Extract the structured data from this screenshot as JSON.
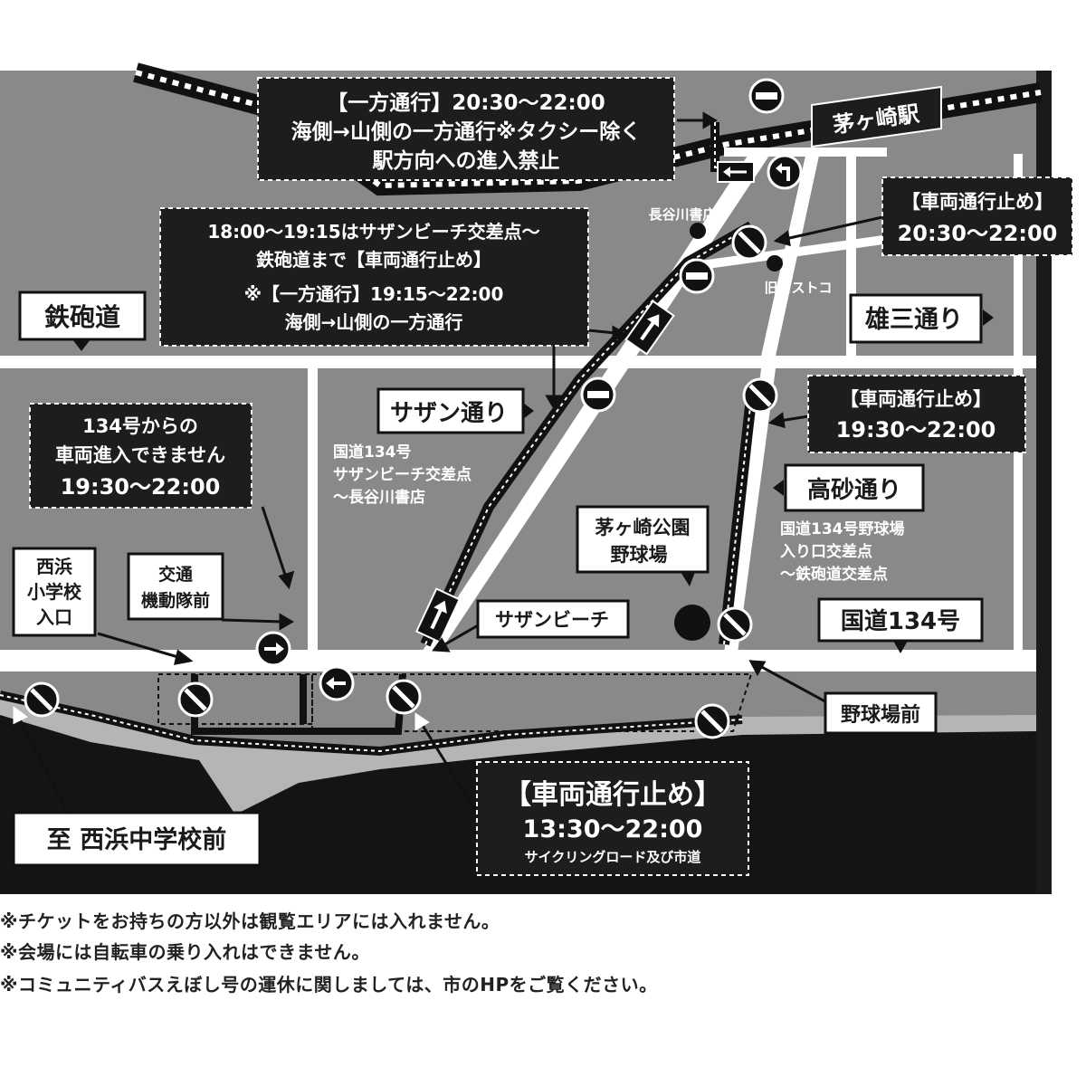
{
  "stations": {
    "chigasaki_station": "茅ヶ崎駅"
  },
  "roads": {
    "teppoumichi": "鉄砲道",
    "yuzo_dori": "雄三通り",
    "southern_dori": "サザン通り",
    "takasago_dori": "高砂通り",
    "route134": "国道134号",
    "to_nishihama": "至 西浜中学校前"
  },
  "landmarks": {
    "hasegawa": "長谷川書店",
    "old_costco": "旧コストコ",
    "park_line1": "茅ヶ崎公園",
    "park_line2": "野球場",
    "southern_beach": "サザンビーチ",
    "yakyujo_mae": "野球場前",
    "nishihama_line1": "西浜",
    "nishihama_line2": "小学校",
    "nishihama_line3": "入口",
    "kotsu_line1": "交通",
    "kotsu_line2": "機動隊前"
  },
  "restrictions": {
    "oneway_top": {
      "line1": "【一方通行】20:30〜22:00",
      "line2": "海側→山側の一方通行※タクシー除く",
      "line3": "駅方向への進入禁止"
    },
    "southern_block": {
      "line1": "18:00〜19:15はサザンビーチ交差点〜",
      "line2": "鉄砲道まで【車両通行止め】",
      "line3": "※【一方通行】19:15〜22:00",
      "line4": "海側→山側の一方通行"
    },
    "closed_right_top": {
      "line1": "【車両通行止め】",
      "line2": "20:30〜22:00"
    },
    "closed_takasago": {
      "line1": "【車両通行止め】",
      "line2": "19:30〜22:00"
    },
    "no_entry_134": {
      "line1": "134号からの",
      "line2": "車両進入できません",
      "line3": "19:30〜22:00"
    },
    "closed_bottom": {
      "line1": "【車両通行止め】",
      "line2": "13:30〜22:00",
      "line3": "サイクリングロード及び市道"
    }
  },
  "sections": {
    "southern_range_line1": "国道134号",
    "southern_range_line2": "サザンビーチ交差点",
    "southern_range_line3": "〜長谷川書店",
    "takasago_range_line1": "国道134号野球場",
    "takasago_range_line2": "入り口交差点",
    "takasago_range_line3": "〜鉄砲道交差点"
  },
  "notes": [
    "※チケットをお持ちの方以外は観覧エリアには入れません。",
    "※会場には自転車の乗り入れはできません。",
    "※コミュニティバスえぼし号の運休に関しましては、市のHPをご覧ください。"
  ],
  "colors": {
    "map_bg": "#898989",
    "road": "#ffffff",
    "box": "#1d1d1d",
    "sea": "#111111",
    "beach": "#b5b5b5"
  },
  "icons": {
    "no_entry": "no-entry-sign-icon",
    "no_passing": "road-closed-sign-icon",
    "oneway_arrow": "one-way-arrow-icon",
    "u_turn": "left-turn-arrow-icon"
  }
}
